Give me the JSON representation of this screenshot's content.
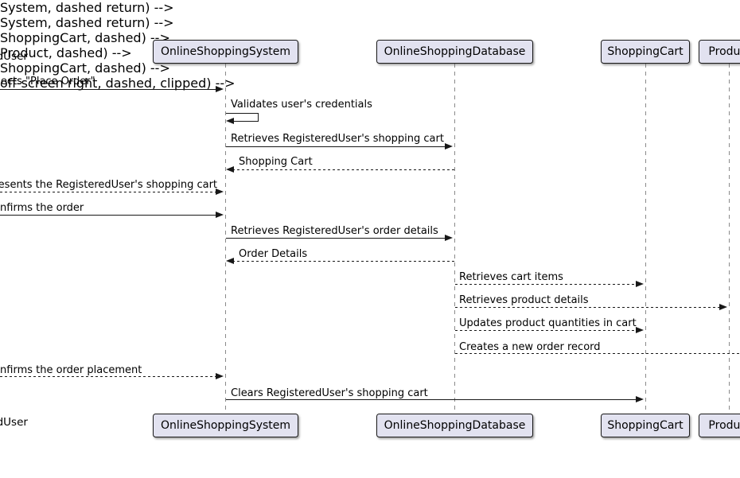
{
  "diagram": {
    "kind": "uml-sequence-diagram",
    "colors": {
      "background": "#ffffff",
      "participant_fill": "#e2e2f0",
      "participant_border": "#181818",
      "lifeline": "#8a8a8a",
      "message_line": "#181818",
      "text": "#000000"
    }
  },
  "participants": [
    {
      "id": "registered-user",
      "label": "RegisteredUser",
      "visible_text": "User",
      "offscreen_left": true
    },
    {
      "id": "online-shopping-system",
      "label": "OnlineShoppingSystem"
    },
    {
      "id": "online-shopping-database",
      "label": "OnlineShoppingDatabase"
    },
    {
      "id": "shopping-cart",
      "label": "ShoppingCart"
    },
    {
      "id": "product",
      "label": "Product",
      "clipped_right": true
    }
  ],
  "messages": [
    {
      "from": "RegisteredUser",
      "to": "OnlineShoppingSystem",
      "label": "Selects \"Place Order\"",
      "line": "solid"
    },
    {
      "from": "OnlineShoppingSystem",
      "to": "OnlineShoppingSystem",
      "label": "Validates user's credentials",
      "line": "solid",
      "self_message": true
    },
    {
      "from": "OnlineShoppingSystem",
      "to": "OnlineShoppingDatabase",
      "label": "Retrieves RegisteredUser's shopping cart",
      "line": "solid"
    },
    {
      "from": "OnlineShoppingDatabase",
      "to": "OnlineShoppingSystem",
      "label": "Shopping Cart",
      "line": "dashed"
    },
    {
      "from": "RegisteredUser",
      "to": "OnlineShoppingSystem",
      "label": "Presents the RegisteredUser's shopping cart",
      "line": "dashed"
    },
    {
      "from": "RegisteredUser",
      "to": "OnlineShoppingSystem",
      "label": "Confirms the order",
      "line": "solid"
    },
    {
      "from": "OnlineShoppingSystem",
      "to": "OnlineShoppingDatabase",
      "label": "Retrieves RegisteredUser's order details",
      "line": "solid"
    },
    {
      "from": "OnlineShoppingDatabase",
      "to": "OnlineShoppingSystem",
      "label": "Order Details",
      "line": "dashed"
    },
    {
      "from": "OnlineShoppingDatabase",
      "to": "ShoppingCart",
      "label": "Retrieves cart items",
      "line": "dashed"
    },
    {
      "from": "OnlineShoppingDatabase",
      "to": "Product",
      "label": "Retrieves product details",
      "line": "dashed"
    },
    {
      "from": "OnlineShoppingDatabase",
      "to": "ShoppingCart",
      "label": "Updates product quantities in cart",
      "line": "dashed"
    },
    {
      "from": "OnlineShoppingDatabase",
      "to": "offscreen-right",
      "label": "Creates a new order record",
      "line": "dashed",
      "target_clipped": true
    },
    {
      "from": "RegisteredUser",
      "to": "OnlineShoppingSystem",
      "label": "Confirms the order placement",
      "line": "dashed"
    },
    {
      "from": "OnlineShoppingSystem",
      "to": "ShoppingCart",
      "label": "Clears RegisteredUser's shopping cart",
      "line": "solid"
    }
  ]
}
